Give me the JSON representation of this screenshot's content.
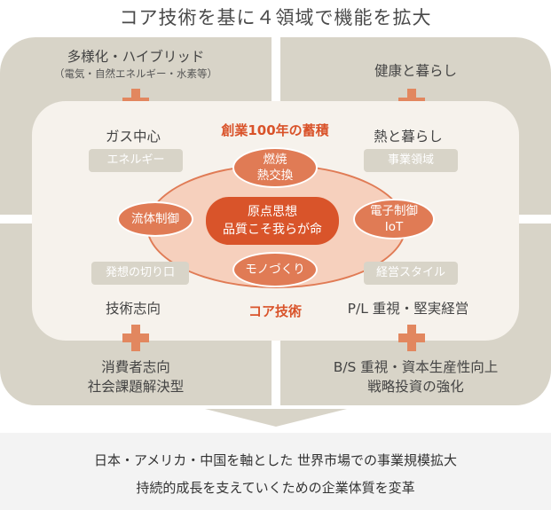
{
  "title": "コア技術を基に４領域で機能を拡大",
  "quadrants": {
    "top_left": {
      "title": "多様化・ハイブリッド",
      "note": "（電気・自然エネルギー・水素等）"
    },
    "top_right": {
      "title": "健康と暮らし"
    },
    "bottom_left": {
      "line1": "消費者志向",
      "line2": "社会課題解決型"
    },
    "bottom_right": {
      "line1": "B/S 重視・資本生産性向上",
      "line2": "戦略投資の強化"
    }
  },
  "inner": {
    "top_left_heading": "ガス中心",
    "top_left_chip": "エネルギー",
    "top_right_heading": "熱と暮らし",
    "top_right_chip": "事業領域",
    "bottom_left_chip": "発想の切り口",
    "bottom_left_heading": "技術志向",
    "bottom_right_chip": "経営スタイル",
    "bottom_right_heading": "P/L 重視・堅実経営",
    "top_red_label": "創業100年の蓄積",
    "bottom_red_label": "コア技術"
  },
  "core_circle": {
    "bubble_top": {
      "line1": "燃焼",
      "line2": "熱交換"
    },
    "bubble_left": "流体制御",
    "bubble_right": {
      "line1": "電子制御",
      "line2": "IoT"
    },
    "bubble_bottom": "モノづくり",
    "center": {
      "line1": "原点思想",
      "line2": "品質こそ我らが命"
    }
  },
  "bottom": {
    "line1": "日本・アメリカ・中国を軸とした 世界市場での事業規模拡大",
    "line2": "持続的成長を支えていくための企業体質を変革"
  },
  "colors": {
    "quadrant": "#d8d4c8",
    "inner_panel": "#f6f2ec",
    "accent": "#e07b55",
    "accent_dark": "#d9542a",
    "oval_fill": "#f6d0bd"
  }
}
